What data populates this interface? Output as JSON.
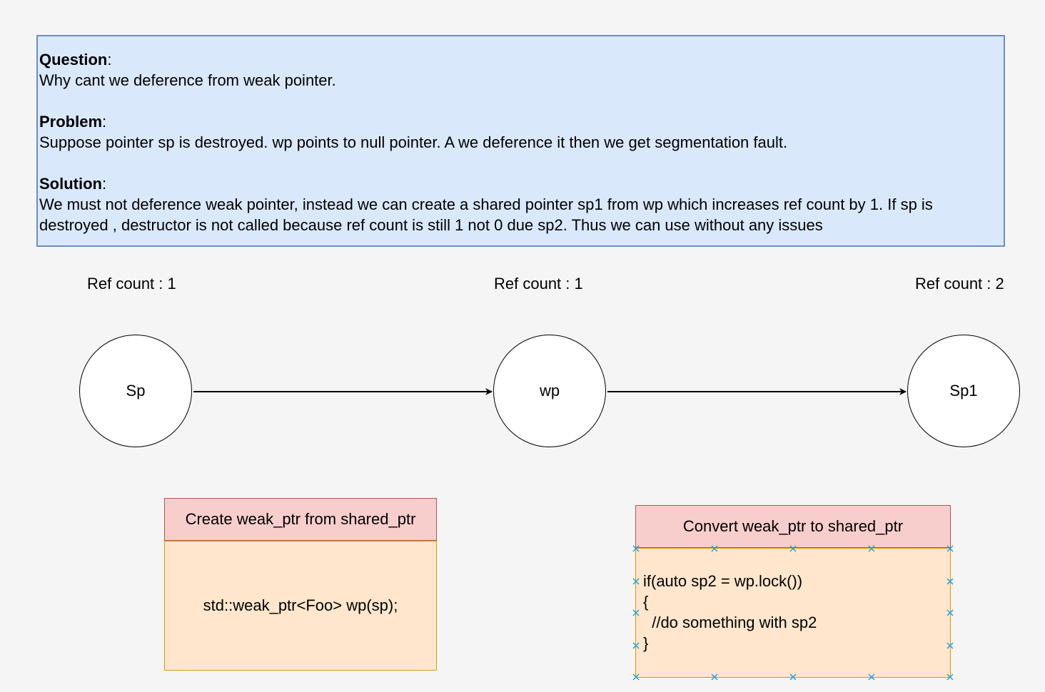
{
  "info": {
    "question_heading": "Question",
    "question_text": "Why cant we deference from weak pointer.",
    "problem_heading": "Problem",
    "problem_text": "Suppose pointer sp is destroyed. wp points to null pointer. A we deference it then we get segmentation fault.",
    "solution_heading": "Solution",
    "solution_text": "We must not deference weak pointer, instead we can create a shared pointer sp1 from wp which increases ref count by 1. If sp is destroyed , destructor is not called because ref count is still 1 not 0 due sp2. Thus we can use without any issues"
  },
  "nodes": [
    {
      "label": "Sp",
      "ref_count": "Ref count : 1"
    },
    {
      "label": "wp",
      "ref_count": "Ref count : 1"
    },
    {
      "label": "Sp1",
      "ref_count": "Ref count : 2"
    }
  ],
  "cards": {
    "create": {
      "title": "Create weak_ptr from shared_ptr",
      "code": "std::weak_ptr<Foo> wp(sp);"
    },
    "convert": {
      "title": "Convert weak_ptr to shared_ptr",
      "code_lines": [
        "if(auto sp2 = wp.lock())",
        "{",
        "  //do something with sp2",
        "}"
      ]
    }
  },
  "colors": {
    "info_fill": "#dae8fc",
    "info_stroke": "#6c8ebf",
    "header_fill": "#f8cecc",
    "header_stroke": "#b85450",
    "body_fill": "#ffe6cc",
    "body_stroke": "#d79b00",
    "selection_handle": "#1ba1e2"
  }
}
